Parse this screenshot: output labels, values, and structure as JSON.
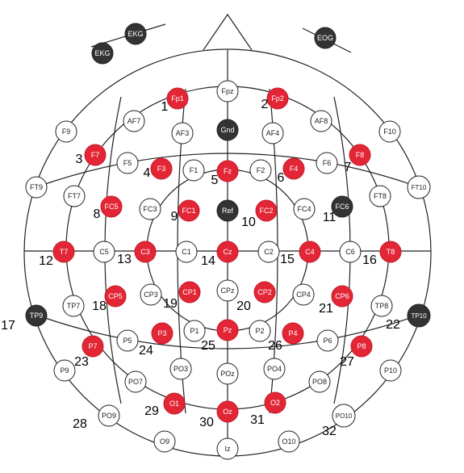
{
  "colors": {
    "red_electrode": "#e32636",
    "dark_electrode": "#333333",
    "white_electrode": "#ffffff",
    "line": "#222222",
    "number_text": "#000000",
    "label_light": "#ffffff",
    "label_dark": "#222222"
  },
  "electrodes": [
    {
      "label": "Fp1",
      "kind": "red",
      "number": "1"
    },
    {
      "label": "Fpz",
      "kind": "white"
    },
    {
      "label": "Fp2",
      "kind": "red",
      "number": "2"
    },
    {
      "label": "AF7",
      "kind": "white"
    },
    {
      "label": "AF3",
      "kind": "white"
    },
    {
      "label": "Gnd",
      "kind": "dark"
    },
    {
      "label": "AF4",
      "kind": "white"
    },
    {
      "label": "AF8",
      "kind": "white"
    },
    {
      "label": "F9",
      "kind": "white"
    },
    {
      "label": "F7",
      "kind": "red",
      "number": "3"
    },
    {
      "label": "F5",
      "kind": "white"
    },
    {
      "label": "F3",
      "kind": "red",
      "number": "4"
    },
    {
      "label": "F1",
      "kind": "white"
    },
    {
      "label": "Fz",
      "kind": "red",
      "number": "5"
    },
    {
      "label": "F2",
      "kind": "white"
    },
    {
      "label": "F4",
      "kind": "red",
      "number": "6"
    },
    {
      "label": "F6",
      "kind": "white"
    },
    {
      "label": "F8",
      "kind": "red",
      "number": "7"
    },
    {
      "label": "F10",
      "kind": "white"
    },
    {
      "label": "FT9",
      "kind": "white"
    },
    {
      "label": "FT7",
      "kind": "white"
    },
    {
      "label": "FC5",
      "kind": "red",
      "number": "8"
    },
    {
      "label": "FC3",
      "kind": "white"
    },
    {
      "label": "FC1",
      "kind": "red",
      "number": "9"
    },
    {
      "label": "Ref",
      "kind": "dark"
    },
    {
      "label": "FC2",
      "kind": "red",
      "number": "10"
    },
    {
      "label": "FC4",
      "kind": "white"
    },
    {
      "label": "FC6",
      "kind": "dark",
      "number": "11"
    },
    {
      "label": "FT8",
      "kind": "white"
    },
    {
      "label": "FT10",
      "kind": "white"
    },
    {
      "label": "T7",
      "kind": "red",
      "number": "12"
    },
    {
      "label": "C5",
      "kind": "white"
    },
    {
      "label": "C3",
      "kind": "red",
      "number": "13"
    },
    {
      "label": "C1",
      "kind": "white"
    },
    {
      "label": "Cz",
      "kind": "red",
      "number": "14"
    },
    {
      "label": "C2",
      "kind": "white"
    },
    {
      "label": "C4",
      "kind": "red",
      "number": "15"
    },
    {
      "label": "C6",
      "kind": "white"
    },
    {
      "label": "T8",
      "kind": "red",
      "number": "16"
    },
    {
      "label": "TP9",
      "kind": "dark",
      "number": "17"
    },
    {
      "label": "TP7",
      "kind": "white"
    },
    {
      "label": "CP5",
      "kind": "red",
      "number": "18"
    },
    {
      "label": "CP3",
      "kind": "white"
    },
    {
      "label": "CP1",
      "kind": "red",
      "number": "19"
    },
    {
      "label": "CPz",
      "kind": "white"
    },
    {
      "label": "CP2",
      "kind": "red",
      "number": "20"
    },
    {
      "label": "CP4",
      "kind": "white"
    },
    {
      "label": "CP6",
      "kind": "red",
      "number": "21"
    },
    {
      "label": "TP8",
      "kind": "white"
    },
    {
      "label": "TP10",
      "kind": "dark",
      "number": "22"
    },
    {
      "label": "P7",
      "kind": "red",
      "number": "23"
    },
    {
      "label": "P5",
      "kind": "white"
    },
    {
      "label": "P3",
      "kind": "red",
      "number": "24"
    },
    {
      "label": "P1",
      "kind": "white"
    },
    {
      "label": "Pz",
      "kind": "red",
      "number": "25"
    },
    {
      "label": "P2",
      "kind": "white"
    },
    {
      "label": "P4",
      "kind": "red",
      "number": "26"
    },
    {
      "label": "P6",
      "kind": "white"
    },
    {
      "label": "P8",
      "kind": "red",
      "number": "27"
    },
    {
      "label": "P9",
      "kind": "white"
    },
    {
      "label": "PO7",
      "kind": "white"
    },
    {
      "label": "PO3",
      "kind": "white"
    },
    {
      "label": "POz",
      "kind": "white"
    },
    {
      "label": "PO4",
      "kind": "white"
    },
    {
      "label": "PO8",
      "kind": "white"
    },
    {
      "label": "P10",
      "kind": "white"
    },
    {
      "label": "PO9",
      "kind": "white",
      "number": "28"
    },
    {
      "label": "O1",
      "kind": "red",
      "number": "29"
    },
    {
      "label": "Oz",
      "kind": "red",
      "number": "30"
    },
    {
      "label": "O2",
      "kind": "red",
      "number": "31"
    },
    {
      "label": "PO10",
      "kind": "white",
      "number": "32"
    },
    {
      "label": "O9",
      "kind": "white"
    },
    {
      "label": "Iz",
      "kind": "white"
    },
    {
      "label": "O10",
      "kind": "white"
    },
    {
      "label": "EKG",
      "kind": "dark"
    },
    {
      "label": "EKG",
      "kind": "dark"
    },
    {
      "label": "EOG",
      "kind": "dark"
    }
  ]
}
